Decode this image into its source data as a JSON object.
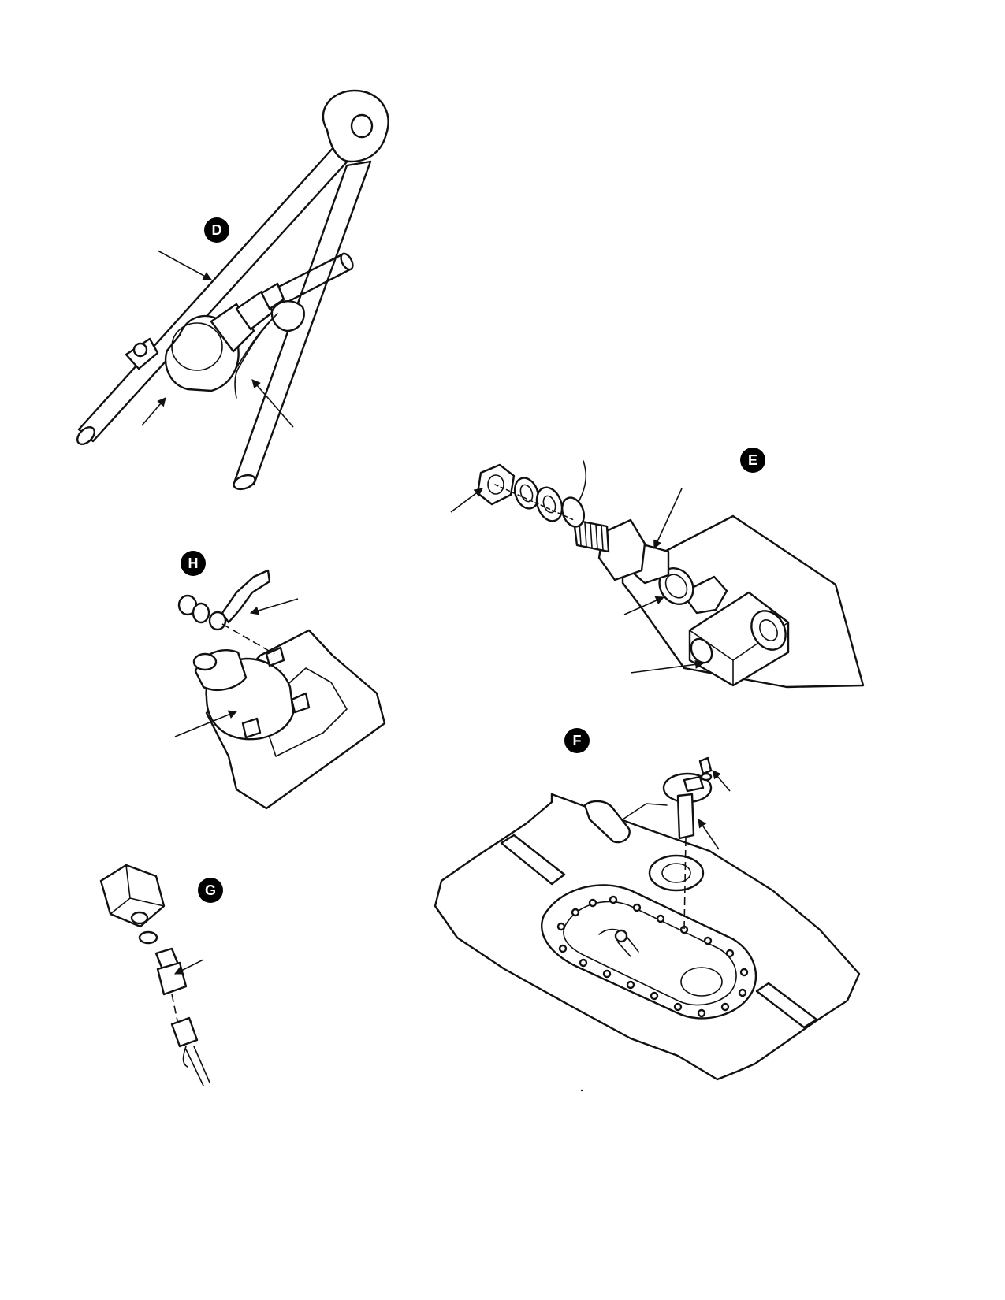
{
  "colors": {
    "ink": "#111111",
    "paper": "#ffffff"
  },
  "badges": [
    {
      "id": "D",
      "label": "D"
    },
    {
      "id": "E",
      "label": "E"
    },
    {
      "id": "H",
      "label": "H"
    },
    {
      "id": "F",
      "label": "F"
    },
    {
      "id": "G",
      "label": "G"
    }
  ]
}
